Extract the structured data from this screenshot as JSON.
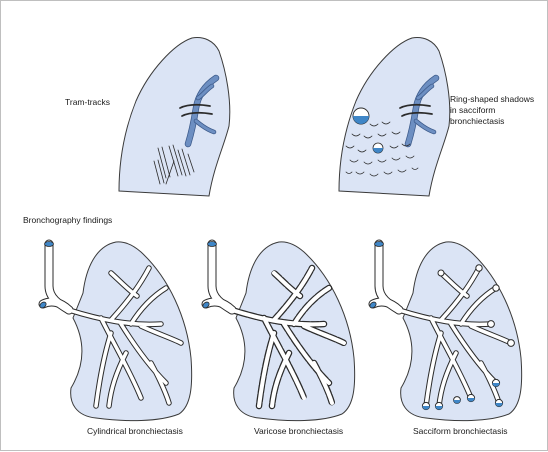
{
  "labels": {
    "tram_tracks": "Tram-tracks",
    "ring_shadows": "Ring-shaped shadows\nin sacciform\nbronchiectasis",
    "bronchography_heading": "Bronchography findings",
    "cylindrical": "Cylindrical bronchiectasis",
    "varicose": "Varicose bronchiectasis",
    "sacciform": "Sacciform bronchiectasis"
  },
  "colors": {
    "lung_fill": "#dbe4f5",
    "vessel": "#6d8fc2",
    "lumen": "#3f86c7",
    "outline": "#2b2b2b"
  }
}
